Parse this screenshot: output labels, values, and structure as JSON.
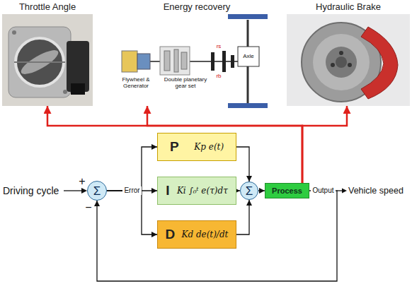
{
  "diagram": {
    "nodes": [
      {
        "text": [
          "Throttle Angle"
        ]
      },
      {
        "text": [
          "Energy recovery"
        ]
      },
      {
        "text": [
          "Hydraulic Brake"
        ]
      },
      {
        "text": [
          "Σ"
        ]
      },
      {
        "text": [
          "P",
          "Kp e(t)"
        ]
      },
      {
        "text": [
          "I",
          "Ki ∫₀ᵗ e(τ)dτ"
        ]
      },
      {
        "text": [
          "D",
          "Kd de(t)/dt"
        ]
      },
      {
        "text": [
          "Σ"
        ]
      },
      {
        "text": [
          "Process"
        ]
      }
    ],
    "edges": [
      {
        "from": 3,
        "to": 4,
        "arrow": "to"
      },
      {
        "from": 3,
        "to": 5,
        "label": "Error",
        "arrow": "to"
      },
      {
        "from": 3,
        "to": 6,
        "arrow": "to"
      },
      {
        "from": 4,
        "to": 7,
        "arrow": "to"
      },
      {
        "from": 5,
        "to": 7,
        "arrow": "to"
      },
      {
        "from": 6,
        "to": 7,
        "arrow": "to"
      },
      {
        "from": 7,
        "to": 8,
        "arrow": "to"
      },
      {
        "from": 8,
        "to": 0,
        "arrow": "to"
      },
      {
        "from": 8,
        "to": 1,
        "arrow": "to"
      },
      {
        "from": 8,
        "to": 2,
        "arrow": "to"
      },
      {
        "from": 8,
        "to": 3,
        "label": "Output",
        "arrow": "to"
      }
    ],
    "labels": [
      "Driving cycle",
      "+",
      "−",
      "Vehicle speed",
      "Flywheel & Generator",
      "Double planetary gear set",
      "Axle",
      "rs",
      "rb"
    ]
  }
}
